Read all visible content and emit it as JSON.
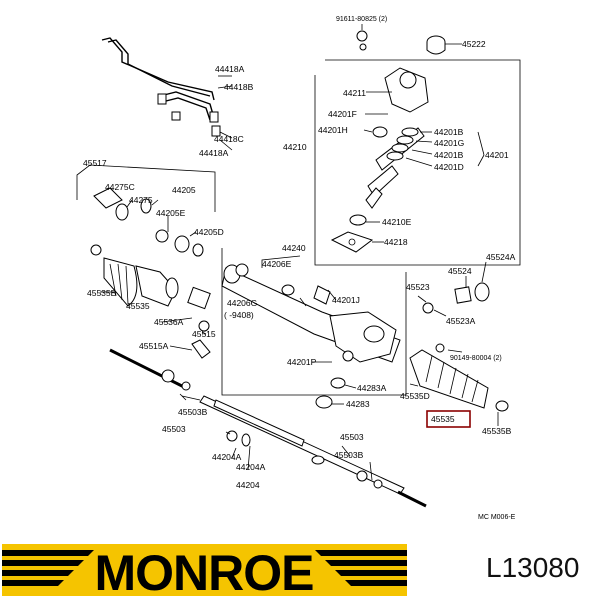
{
  "diagram": {
    "labels": {
      "l_90111": "91611-80825 (2)",
      "l_45222": "45222",
      "l_44211": "44211",
      "l_44201f": "44201F",
      "l_44201h": "44201H",
      "l_44201b1": "44201B",
      "l_44201g": "44201G",
      "l_44201b2": "44201B",
      "l_44201d": "44201D",
      "l_44201": "44201",
      "l_44210": "44210",
      "l_44210e": "44210E",
      "l_44218": "44218",
      "l_44240": "44240",
      "l_44206e": "44206E",
      "l_44206g": "44206G",
      "l_9408": "( -9408)",
      "l_44201j": "44201J",
      "l_44201p": "44201P",
      "l_44283a": "44283A",
      "l_44283": "44283",
      "l_44418a": "44418A",
      "l_44418b": "44418B",
      "l_44418c": "44418C",
      "l_44418a2": "44418A",
      "l_45517": "45517",
      "l_44275c": "44275C",
      "l_44275": "44275",
      "l_44205": "44205",
      "l_44205e": "44205E",
      "l_44205d": "44205D",
      "l_45535b_l": "45535B",
      "l_45535": "45535",
      "l_45536a": "45536A",
      "l_45515": "45515",
      "l_45515a": "45515A",
      "l_45503b": "45503B",
      "l_45503": "45503",
      "l_44204a": "44204A",
      "l_44204a2": "44204A",
      "l_44204": "44204",
      "l_45503r": "45503",
      "l_45503b_r": "45503B",
      "l_45524a": "45524A",
      "l_45524": "45524",
      "l_45523": "45523",
      "l_45523a": "45523A",
      "l_90149": "90149-80004 (2)",
      "l_45535d": "45535D",
      "l_45535_box": "45535",
      "l_45535b_r": "45535B",
      "l_mc": "MC M006-E"
    }
  },
  "footer": {
    "brand": "MONROE",
    "part_number": "L13080",
    "brand_color": "#f5c400",
    "ink_color": "#000000"
  },
  "colors": {
    "highlight_box": "#8b0000"
  }
}
